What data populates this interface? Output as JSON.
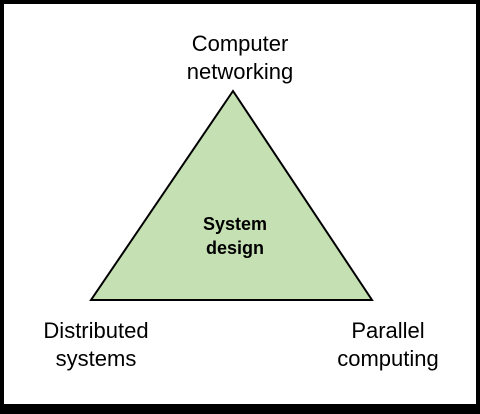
{
  "diagram": {
    "center": {
      "line1": "System",
      "line2": "design"
    },
    "vertices": {
      "top": {
        "line1": "Computer",
        "line2": "networking"
      },
      "bottom_left": {
        "line1": "Distributed",
        "line2": "systems"
      },
      "bottom_right": {
        "line1": "Parallel",
        "line2": "computing"
      }
    },
    "colors": {
      "triangle_fill": "#c5e0b3",
      "triangle_stroke": "#000000",
      "frame_border": "#000000",
      "background": "#ffffff"
    }
  }
}
